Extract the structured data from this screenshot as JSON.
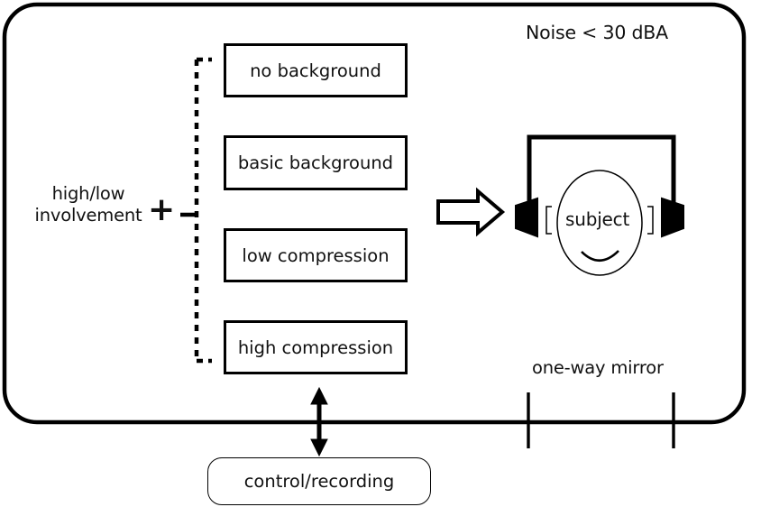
{
  "room": {
    "noise_label": "Noise < 30 dBA",
    "one_way_mirror_label": "one-way mirror"
  },
  "stimulus": {
    "factor_label_line1": "high/low",
    "factor_label_line2": "involvement",
    "plus_symbol": "+",
    "conditions": [
      {
        "label": "no background"
      },
      {
        "label": "basic background"
      },
      {
        "label": "low compression"
      },
      {
        "label": "high compression"
      }
    ]
  },
  "listener": {
    "subject_label": "subject",
    "arrow_icon": "block-arrow-right-icon",
    "headphones_icon": "headphones-icon",
    "face_icon": "smiling-face-icon"
  },
  "control": {
    "label": "control/recording",
    "link_icon": "double-headed-vertical-arrow-icon"
  },
  "colors": {
    "stroke": "#000000",
    "text": "#111111",
    "background": "#ffffff"
  }
}
